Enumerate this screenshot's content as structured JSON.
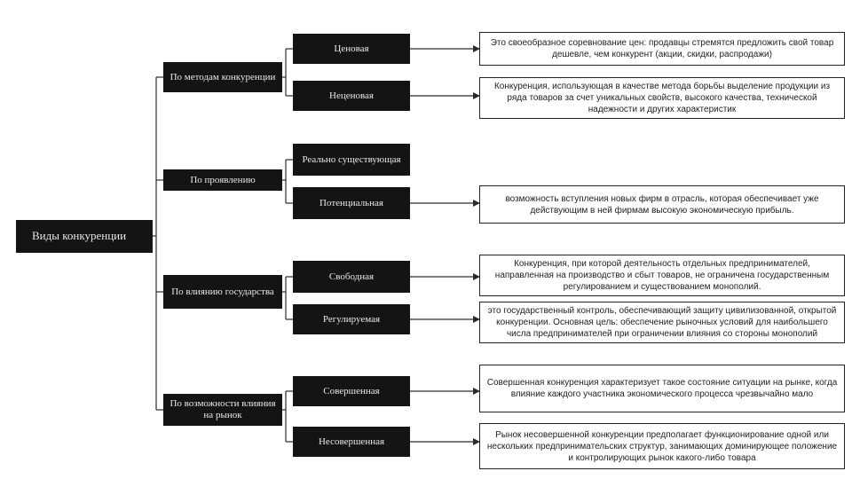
{
  "root": {
    "label": "Виды конкуренции"
  },
  "categories": [
    {
      "label": "По методам конкуренции"
    },
    {
      "label": "По проявлению"
    },
    {
      "label": "По влиянию государства"
    },
    {
      "label": "По возможности влияния на рынок"
    }
  ],
  "types": [
    {
      "label": "Ценовая"
    },
    {
      "label": "Неценовая"
    },
    {
      "label": "Реально существующая"
    },
    {
      "label": "Потенциальная"
    },
    {
      "label": "Свободная"
    },
    {
      "label": "Регулируемая"
    },
    {
      "label": "Совершенная"
    },
    {
      "label": "Несовершенная"
    }
  ],
  "descriptions": [
    {
      "text": "Это своеобразное соревнование цен: продавцы стремятся предложить свой товар дешевле, чем конкурент (акции, скидки, распродажи)"
    },
    {
      "text": "Конкуренция, использующая в качестве метода борьбы выделение продукции из ряда товаров за счет уникальных свойств, высокого качества, технической надежности и других характеристик"
    },
    {
      "text": "возможность вступления новых фирм в отрасль, которая обеспечивает уже действующим в ней фирмам высокую экономическую прибыль."
    },
    {
      "text": "Конкуренция, при которой деятельность отдельных предпринимателей, направленная на производство и сбыт товаров, не ограничена государственным регулированием и существованием монополий."
    },
    {
      "text": "это государственный контроль, обеспечивающий защиту цивилизованной, открытой конкуренции. Основная цель: обеспечение рыночных условий для наибольшего числа предпринимателей при ограничении влияния со стороны монополий"
    },
    {
      "text": "Совершенная конкуренция характеризует такое состояние ситуации на рынке, когда влияние каждого участника экономического процесса чрезвычайно мало"
    },
    {
      "text": "Рынок несовершенной конкуренции предполагает функционирование одной или нескольких предпринимательских структур, занимающих доминирующее положение и контролирующих рынок какого-либо товара"
    }
  ],
  "colors": {
    "node_fill": "#141414",
    "node_text": "#e8e8e8",
    "line": "#2a2a2a",
    "desc_border": "#222222"
  }
}
